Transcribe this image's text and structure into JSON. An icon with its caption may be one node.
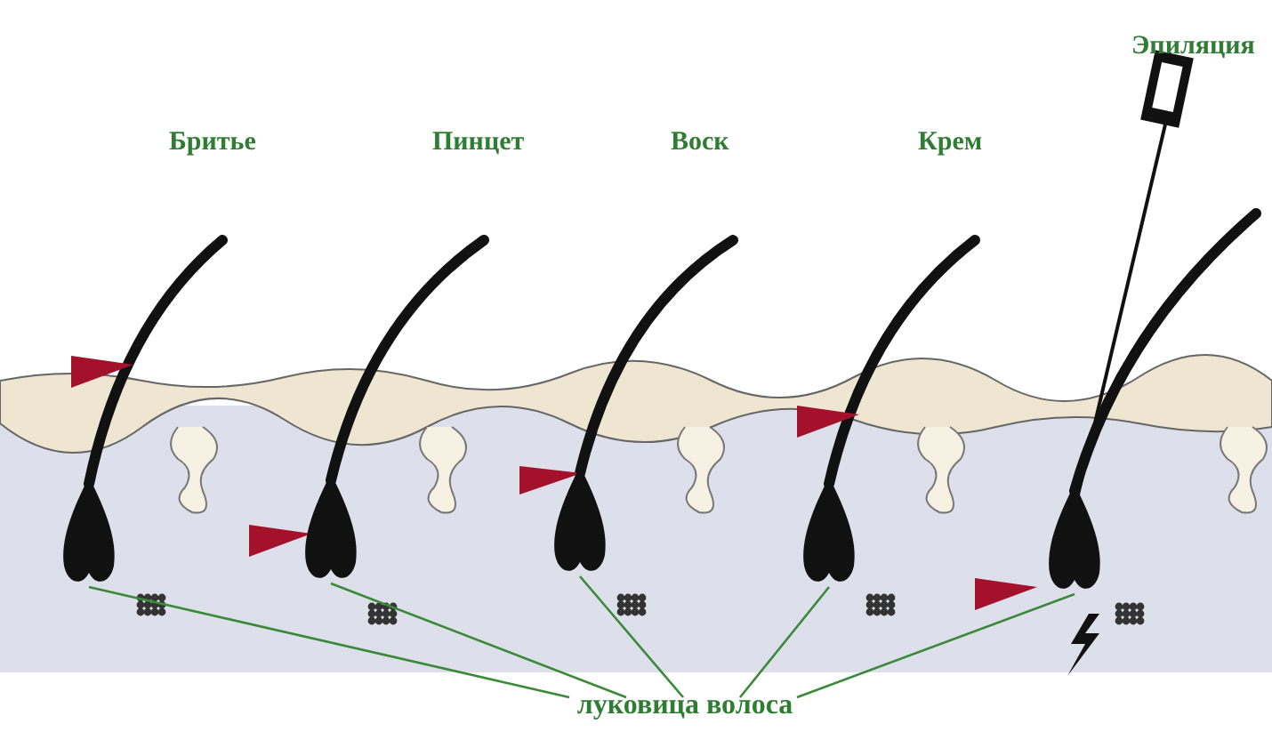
{
  "diagram": {
    "nodes": [
      {
        "text": [
          "луковица волоса"
        ]
      },
      {
        "text": [],
        "shape": "picture"
      },
      {
        "text": [],
        "shape": "picture"
      },
      {
        "text": [],
        "shape": "picture"
      },
      {
        "text": [],
        "shape": "picture"
      },
      {
        "text": [],
        "shape": "picture"
      }
    ],
    "edges": [
      {
        "from": 0,
        "to": 1,
        "arrow": "none"
      },
      {
        "from": 0,
        "to": 2,
        "arrow": "none"
      },
      {
        "from": 0,
        "to": 3,
        "arrow": "none"
      },
      {
        "from": 0,
        "to": 4,
        "arrow": "none"
      },
      {
        "from": 0,
        "to": 5,
        "arrow": "none"
      }
    ],
    "labels": [
      "Бритье",
      "Пинцет",
      "Воск",
      "Крем",
      "Эпиляция"
    ]
  }
}
